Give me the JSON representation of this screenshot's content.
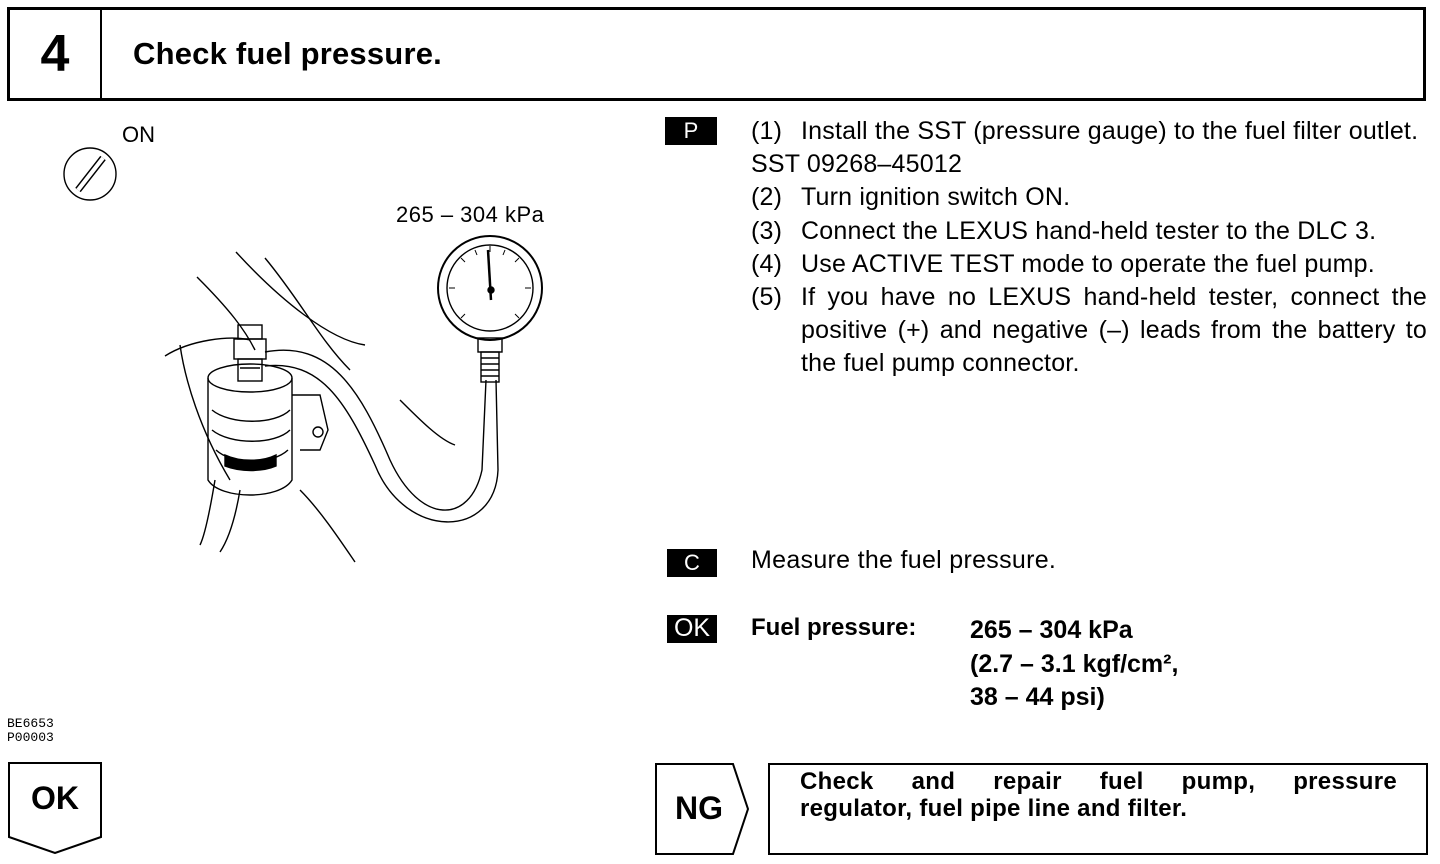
{
  "header": {
    "step_number": "4",
    "title": "Check fuel pressure."
  },
  "illustration": {
    "ignition_label": "ON",
    "pressure_label": "265 – 304 kPa",
    "codes": [
      "BE6653",
      "P00003"
    ]
  },
  "badges": {
    "p": "P",
    "c": "C",
    "ok": "OK"
  },
  "procedure": {
    "steps": [
      {
        "num": "(1)",
        "text": "Install the SST (pressure gauge) to the fuel filter outlet."
      },
      {
        "num": "(2)",
        "text": "Turn ignition switch ON."
      },
      {
        "num": "(3)",
        "text": "Connect the LEXUS hand-held tester to the DLC 3."
      },
      {
        "num": "(4)",
        "text": "Use ACTIVE TEST mode to operate the fuel pump."
      },
      {
        "num": "(5)",
        "text": "If you have no LEXUS hand-held tester, connect the positive (+) and negative (–) leads from the battery to the fuel pump connector."
      }
    ],
    "sst": "SST 09268–45012"
  },
  "check": {
    "text": "Measure the fuel pressure."
  },
  "spec": {
    "label": "Fuel pressure:",
    "line1": "265 – 304 kPa",
    "line2": "(2.7 – 3.1 kgf/cm²,",
    "line3": "38 – 44 psi)"
  },
  "results": {
    "ok_label": "OK",
    "ng_label": "NG",
    "ng_action_line1": "Check and repair fuel pump, pressure",
    "ng_action_line2": "regulator, fuel pipe line and filter."
  }
}
